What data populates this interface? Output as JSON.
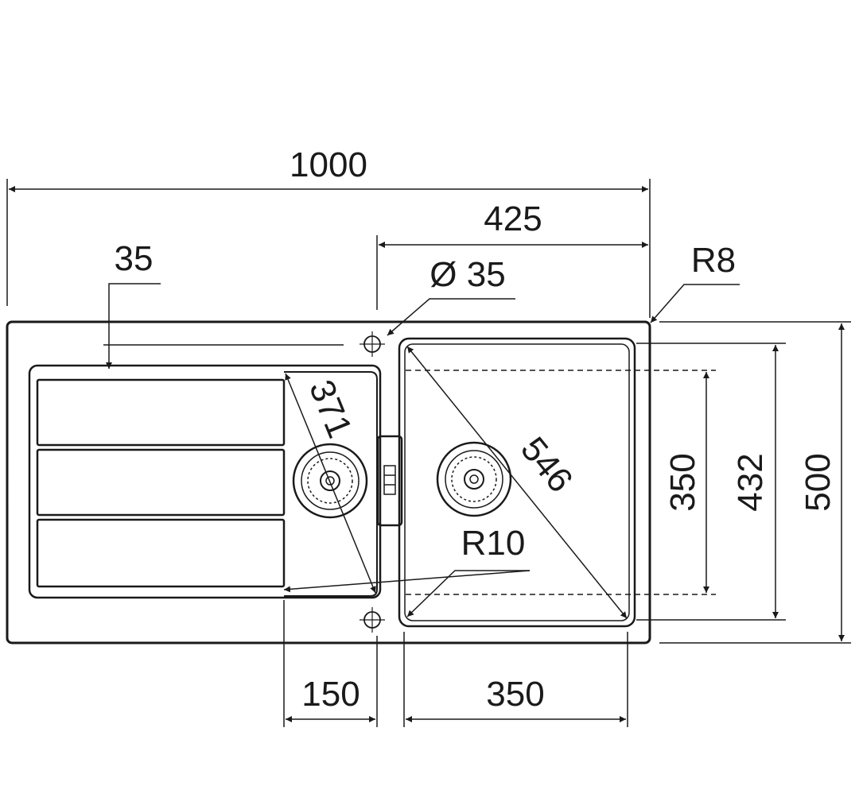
{
  "drawing": {
    "overall_width": "1000",
    "bowl_zone_width": "425",
    "tap_hole_offset": "35",
    "tap_hole_diameter": "Ø 35",
    "corner_radius_outer": "R8",
    "drainer_diagonal": "371",
    "bowl_diagonal": "546",
    "bowl_corner_radius": "R10",
    "bowl_inner_length": "350",
    "bowl_outer_length": "432",
    "overall_depth": "500",
    "small_bowl_width": "150",
    "main_bowl_width": "350"
  }
}
